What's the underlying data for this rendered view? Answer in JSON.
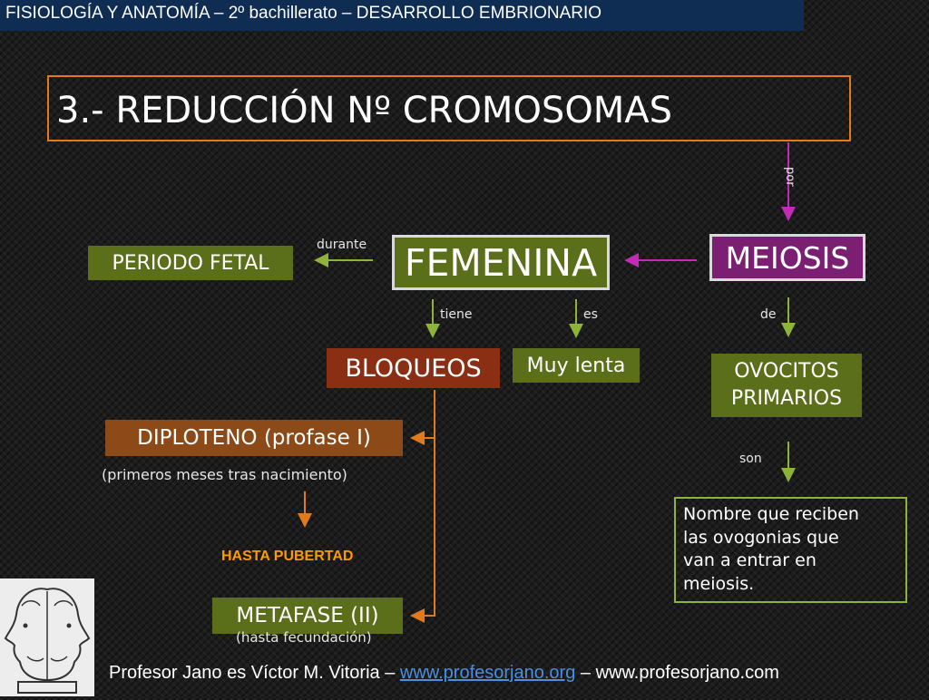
{
  "header": {
    "text": "FISIOLOGÍA Y ANATOMÍA – 2º bachillerato – DESARROLLO EMBRIONARIO"
  },
  "title": "3.- REDUCCIÓN Nº CROMOSOMAS",
  "nodes": {
    "femenina": "FEMENINA",
    "meiosis": "MEIOSIS",
    "periodo_fetal": "PERIODO FETAL",
    "bloqueos": "BLOQUEOS",
    "muy_lenta": "Muy lenta",
    "ovocitos_line1": "OVOCITOS",
    "ovocitos_line2": "PRIMARIOS",
    "diploteno": "DIPLOTENO (profase I)",
    "metafase": "METAFASE (II)"
  },
  "links": {
    "por": "por",
    "durante": "durante",
    "tiene": "tiene",
    "es": "es",
    "de": "de",
    "son": "son"
  },
  "notes": {
    "primeros_meses": "(primeros meses tras nacimiento)",
    "hasta_pubertad": "HASTA PUBERTAD",
    "hasta_fecundacion": "(hasta fecundación)",
    "definicion": "Nombre que reciben\nlas ovogonias que\nvan a entrar en\nmeiosis."
  },
  "footer": {
    "prefix": "Profesor Jano es Víctor M. Vitoria – ",
    "link": "www.profesorjano.org",
    "middle": " – ",
    "suffix": "www.profesorjano.com"
  },
  "colors": {
    "header_bg": "#0f2d52",
    "title_border": "#e07a1c",
    "green_node": "#5b6e1a",
    "meiosis_node": "#7b1f72",
    "bloqueos_node": "#8b2f14",
    "diploteno_node": "#8b4a17",
    "green_arrow": "#8db33a",
    "magenta_arrow": "#c22bb5",
    "orange_arrow": "#e07a1c",
    "pubertad_text": "#ff9900",
    "link": "#4a8fe0"
  },
  "icons": {
    "logo": "janus-head-icon"
  }
}
